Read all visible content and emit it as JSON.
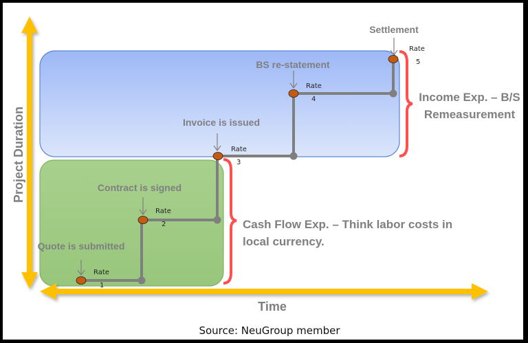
{
  "diagram": {
    "axes": {
      "y_label": "Project Duration",
      "x_label": "Time",
      "color": "#ffc000"
    },
    "regions": [
      {
        "id": "income",
        "color_top": "#9db8f7",
        "color_bottom": "#dce6fb",
        "border": "#5b87d6",
        "description": [
          "Income Exp. – B/S",
          "Remeasurement"
        ]
      },
      {
        "id": "cashflow",
        "color_top": "#a8d08d",
        "color_bottom": "#98c67c",
        "border": "#7fb45f",
        "description": [
          "Cash Flow Exp. – Think labor costs in",
          "local currency."
        ]
      }
    ],
    "milestones": [
      {
        "event": "Quote is submitted",
        "rate_label": "Rate",
        "rate_number": "1"
      },
      {
        "event": "Contract is signed",
        "rate_label": "Rate",
        "rate_number": "2"
      },
      {
        "event": "Invoice is issued",
        "rate_label": "Rate",
        "rate_number": "3"
      },
      {
        "event": "BS re-statement",
        "rate_label": "Rate",
        "rate_number": "4"
      },
      {
        "event": "Settlement",
        "rate_label": "Rate",
        "rate_number": "5"
      }
    ],
    "colors": {
      "path": "#7f7f7f",
      "marker": "#c55a11",
      "bracket": "#ff5050",
      "label_text": "#7f7f7f"
    },
    "source": "Source: NeuGroup member"
  }
}
